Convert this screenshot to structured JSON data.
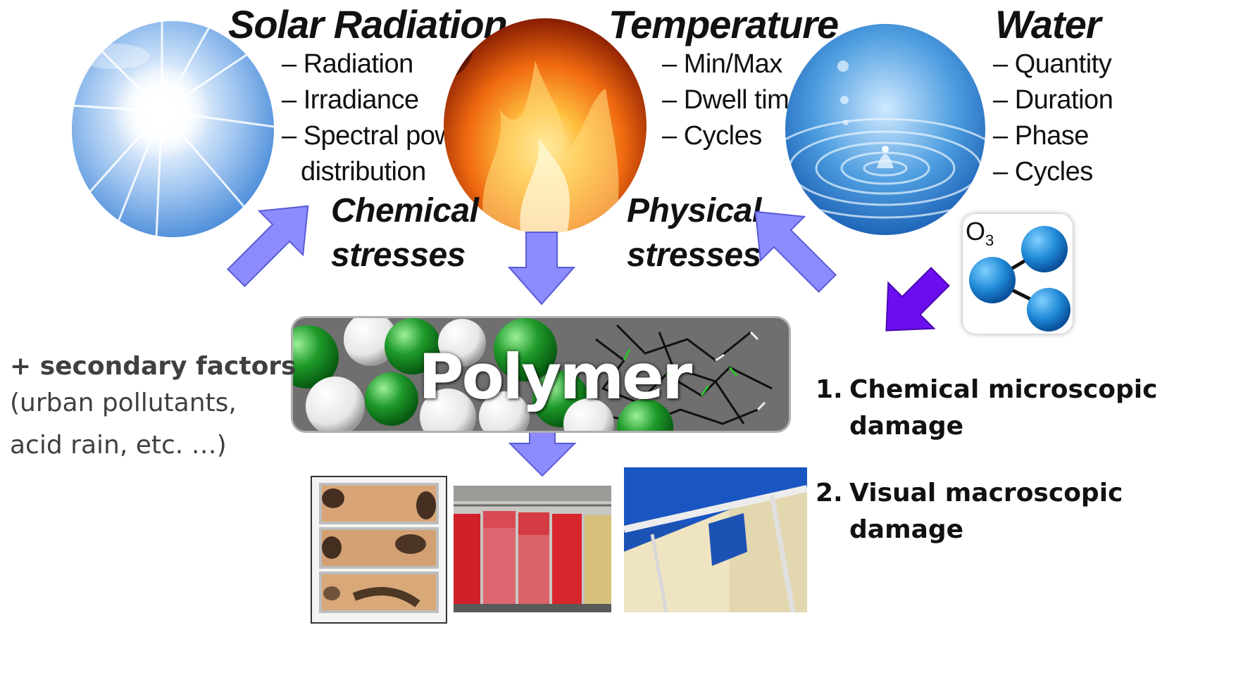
{
  "factors": {
    "solar": {
      "title": "Solar Radiation",
      "items": [
        "– Radiation",
        "– Irradiance",
        "– Spectral power",
        "distribution"
      ]
    },
    "temperature": {
      "title": "Temperature",
      "items": [
        "– Min/Max",
        "– Dwell times",
        "– Cycles"
      ]
    },
    "water": {
      "title": "Water",
      "items": [
        "– Quantity",
        "– Duration",
        "– Phase",
        "– Cycles"
      ]
    }
  },
  "stresses": {
    "chemical": [
      "Chemical",
      "stresses"
    ],
    "physical": [
      "Physical",
      "stresses"
    ]
  },
  "ozone": {
    "label": "O",
    "subscript": "3"
  },
  "polymer": {
    "label": "Polymer"
  },
  "secondary": {
    "title": "+ secondary factors",
    "lines": [
      "(urban pollutants,",
      "acid rain, etc. …)"
    ]
  },
  "damage": [
    {
      "num": "1.",
      "lines": [
        "Chemical microscopic",
        "damage"
      ]
    },
    {
      "num": "2.",
      "lines": [
        "Visual macroscopic",
        "damage"
      ]
    }
  ],
  "colors": {
    "arrow_fill": "#8c8cff",
    "arrow_stroke": "#5a5ad8",
    "ozone_arrow": "#6a0ef0",
    "text": "#111111",
    "secondary_text": "#404040"
  }
}
